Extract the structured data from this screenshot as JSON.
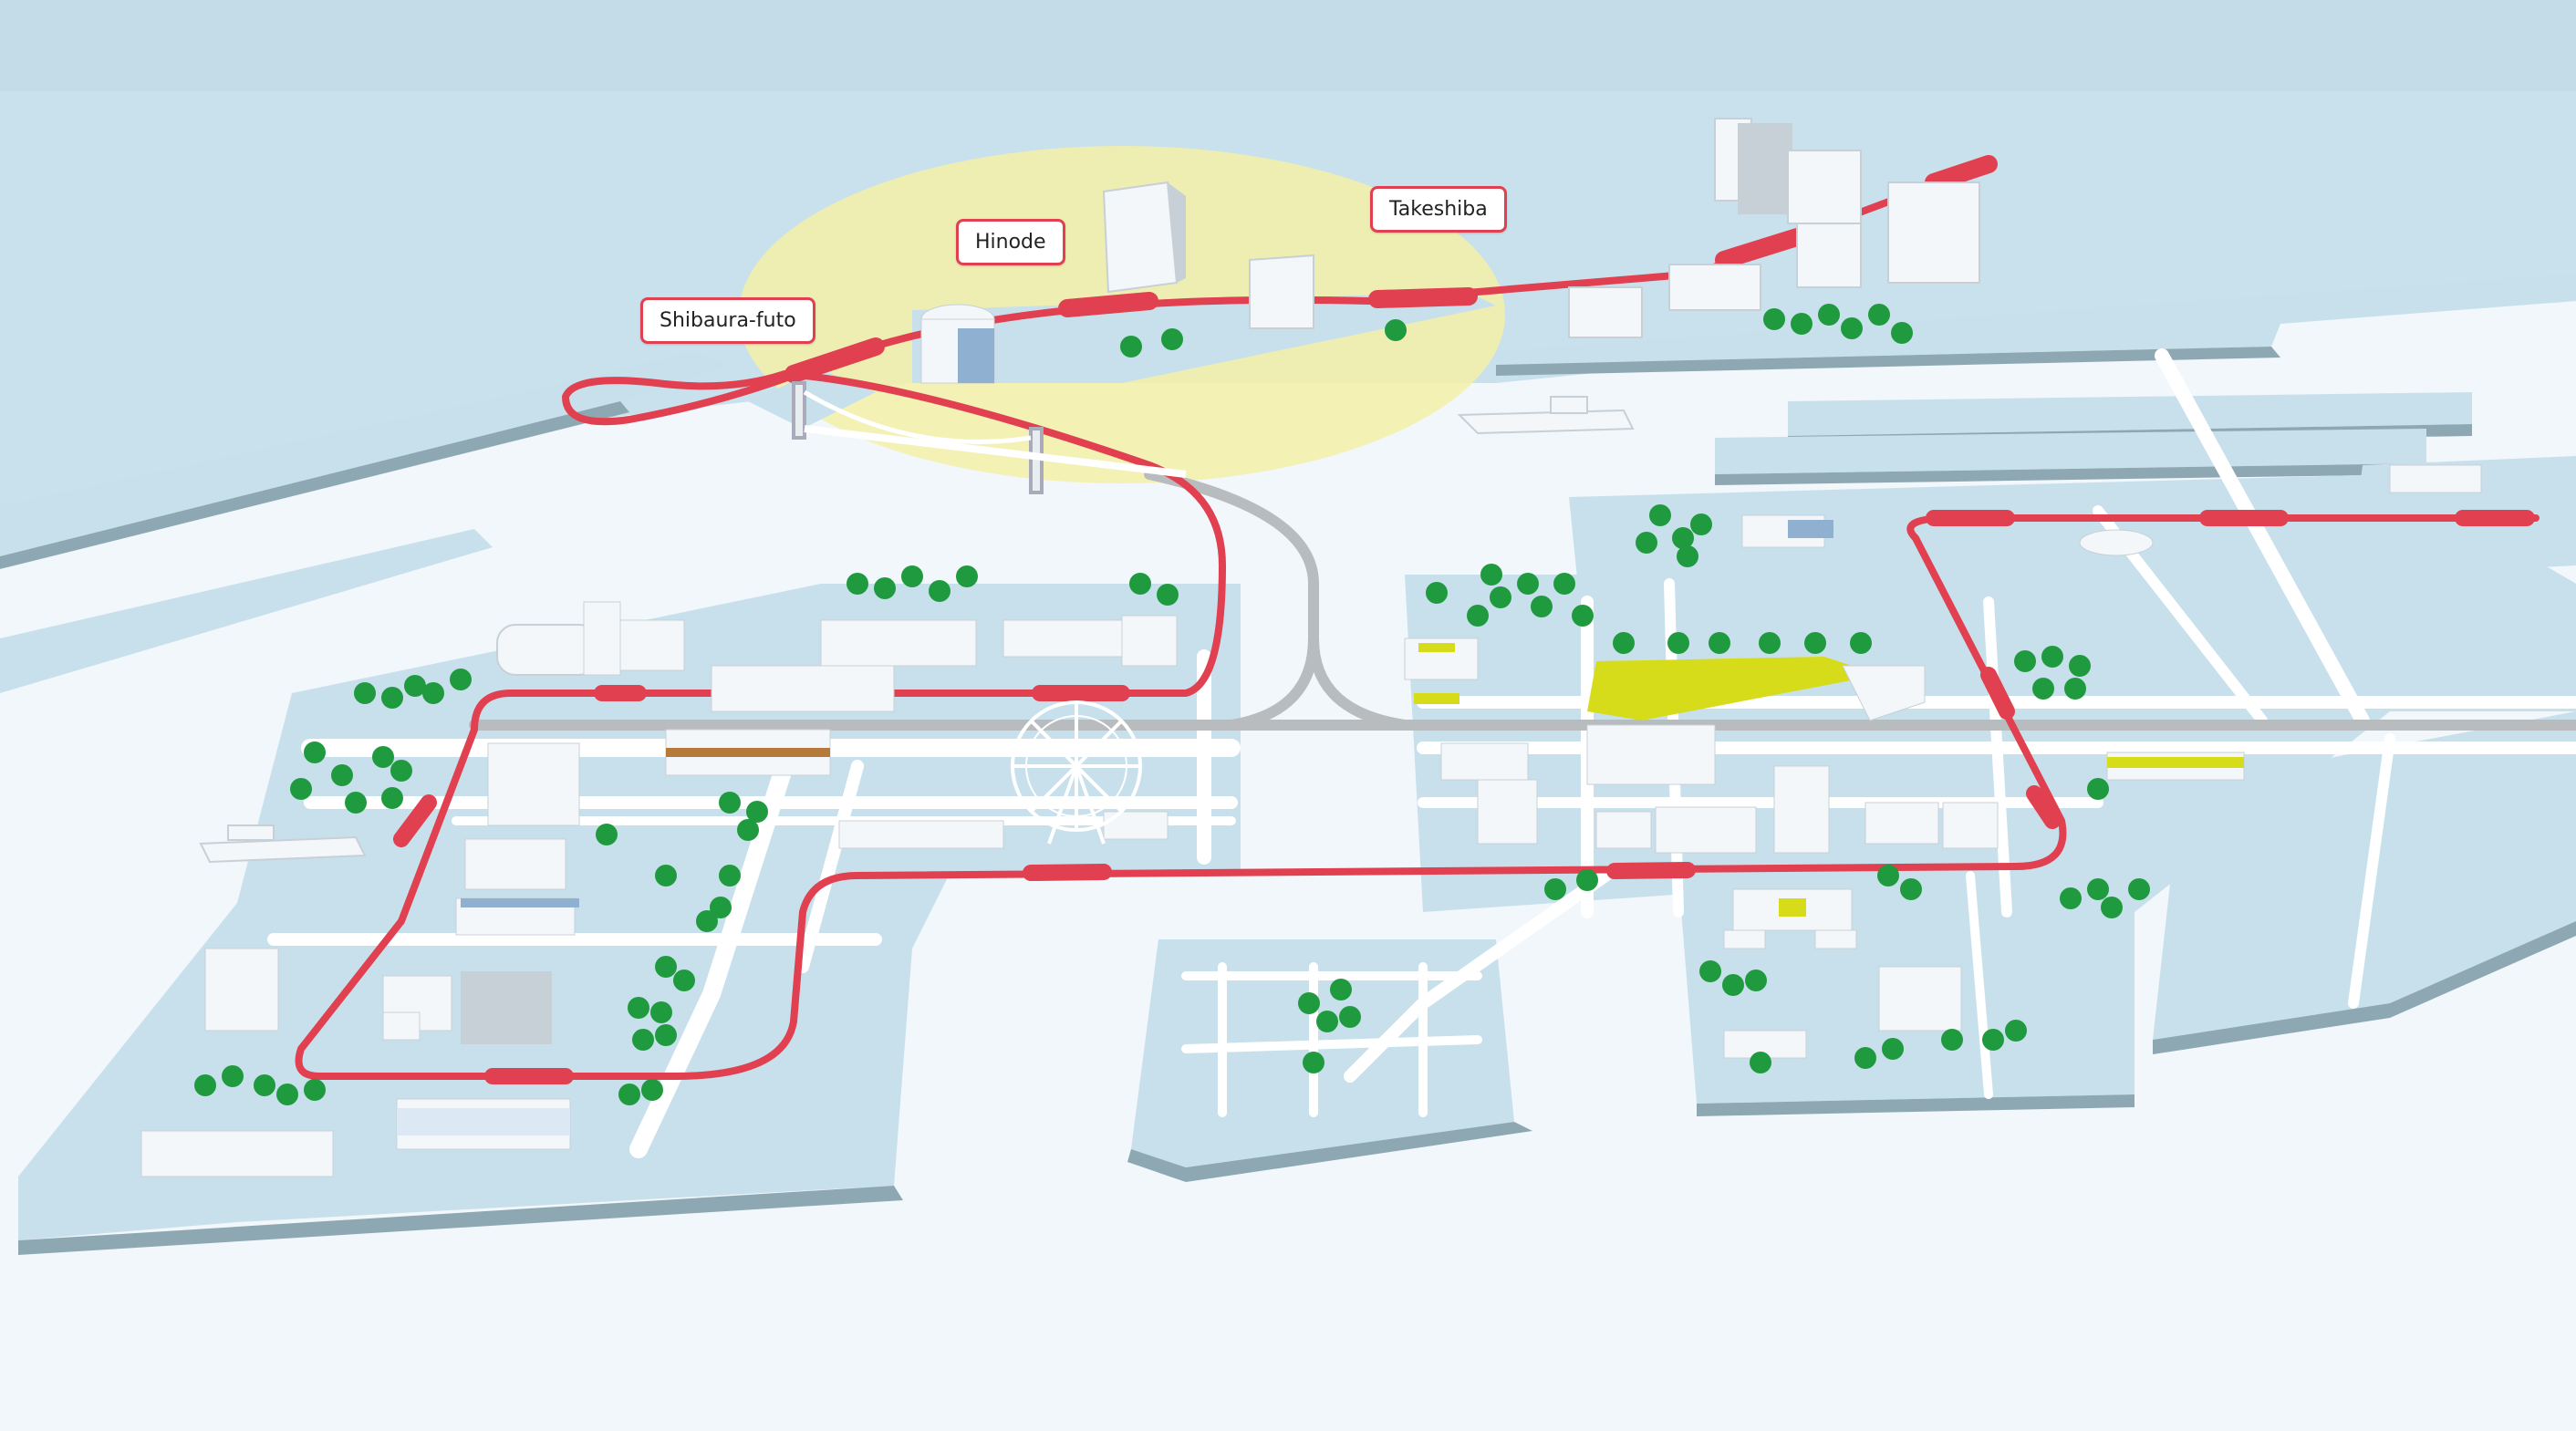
{
  "colors": {
    "sea": "#c9e1ec",
    "land": "#f1f7fa",
    "block": "#c8e0ec",
    "block_shadow": "#8da8b3",
    "highlight_zone": "#f5f0a8",
    "rail": "#e0404f",
    "rail_station": "#e0404f",
    "road": "#ffffff",
    "highway": "#b9bcbf",
    "tree": "#1f9a3e",
    "tree_trunk": "#7a5a3a",
    "building_light": "#f4f7f9",
    "building_shade": "#c7d0d6",
    "building_window": "#8fb0d0",
    "accent_yellow": "#d7dc1a"
  },
  "stations": [
    {
      "id": "shibaura-futo",
      "label": "Shibaura-futo"
    },
    {
      "id": "hinode",
      "label": "Hinode"
    },
    {
      "id": "takeshiba",
      "label": "Takeshiba"
    }
  ],
  "icons": {
    "tree": "tree-icon",
    "building": "building-icon",
    "ferris-wheel": "ferris-wheel-icon",
    "bridge": "suspension-bridge-icon",
    "ship": "ship-icon"
  }
}
